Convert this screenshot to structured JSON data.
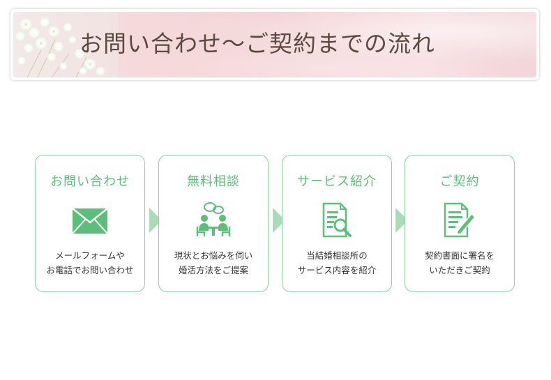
{
  "banner": {
    "title": "お問い合わせ〜ご契約までの流れ"
  },
  "colors": {
    "accent_green": "#5bbf7a",
    "border_green": "#8fd1a3",
    "arrow_green": "#a8dcb8",
    "title_brown": "#5a4a40"
  },
  "steps": [
    {
      "title": "お問い合わせ",
      "icon": "envelope-icon",
      "desc_line1": "メールフォームや",
      "desc_line2": "お電話でお問い合わせ"
    },
    {
      "title": "無料相談",
      "icon": "consultation-icon",
      "desc_line1": "現状とお悩みを伺い",
      "desc_line2": "婚活方法をご提案"
    },
    {
      "title": "サービス紹介",
      "icon": "document-search-icon",
      "desc_line1": "当結婚相談所の",
      "desc_line2": "サービス内容を紹介"
    },
    {
      "title": "ご契約",
      "icon": "contract-sign-icon",
      "desc_line1": "契約書面に署名を",
      "desc_line2": "いただきご契約"
    }
  ]
}
